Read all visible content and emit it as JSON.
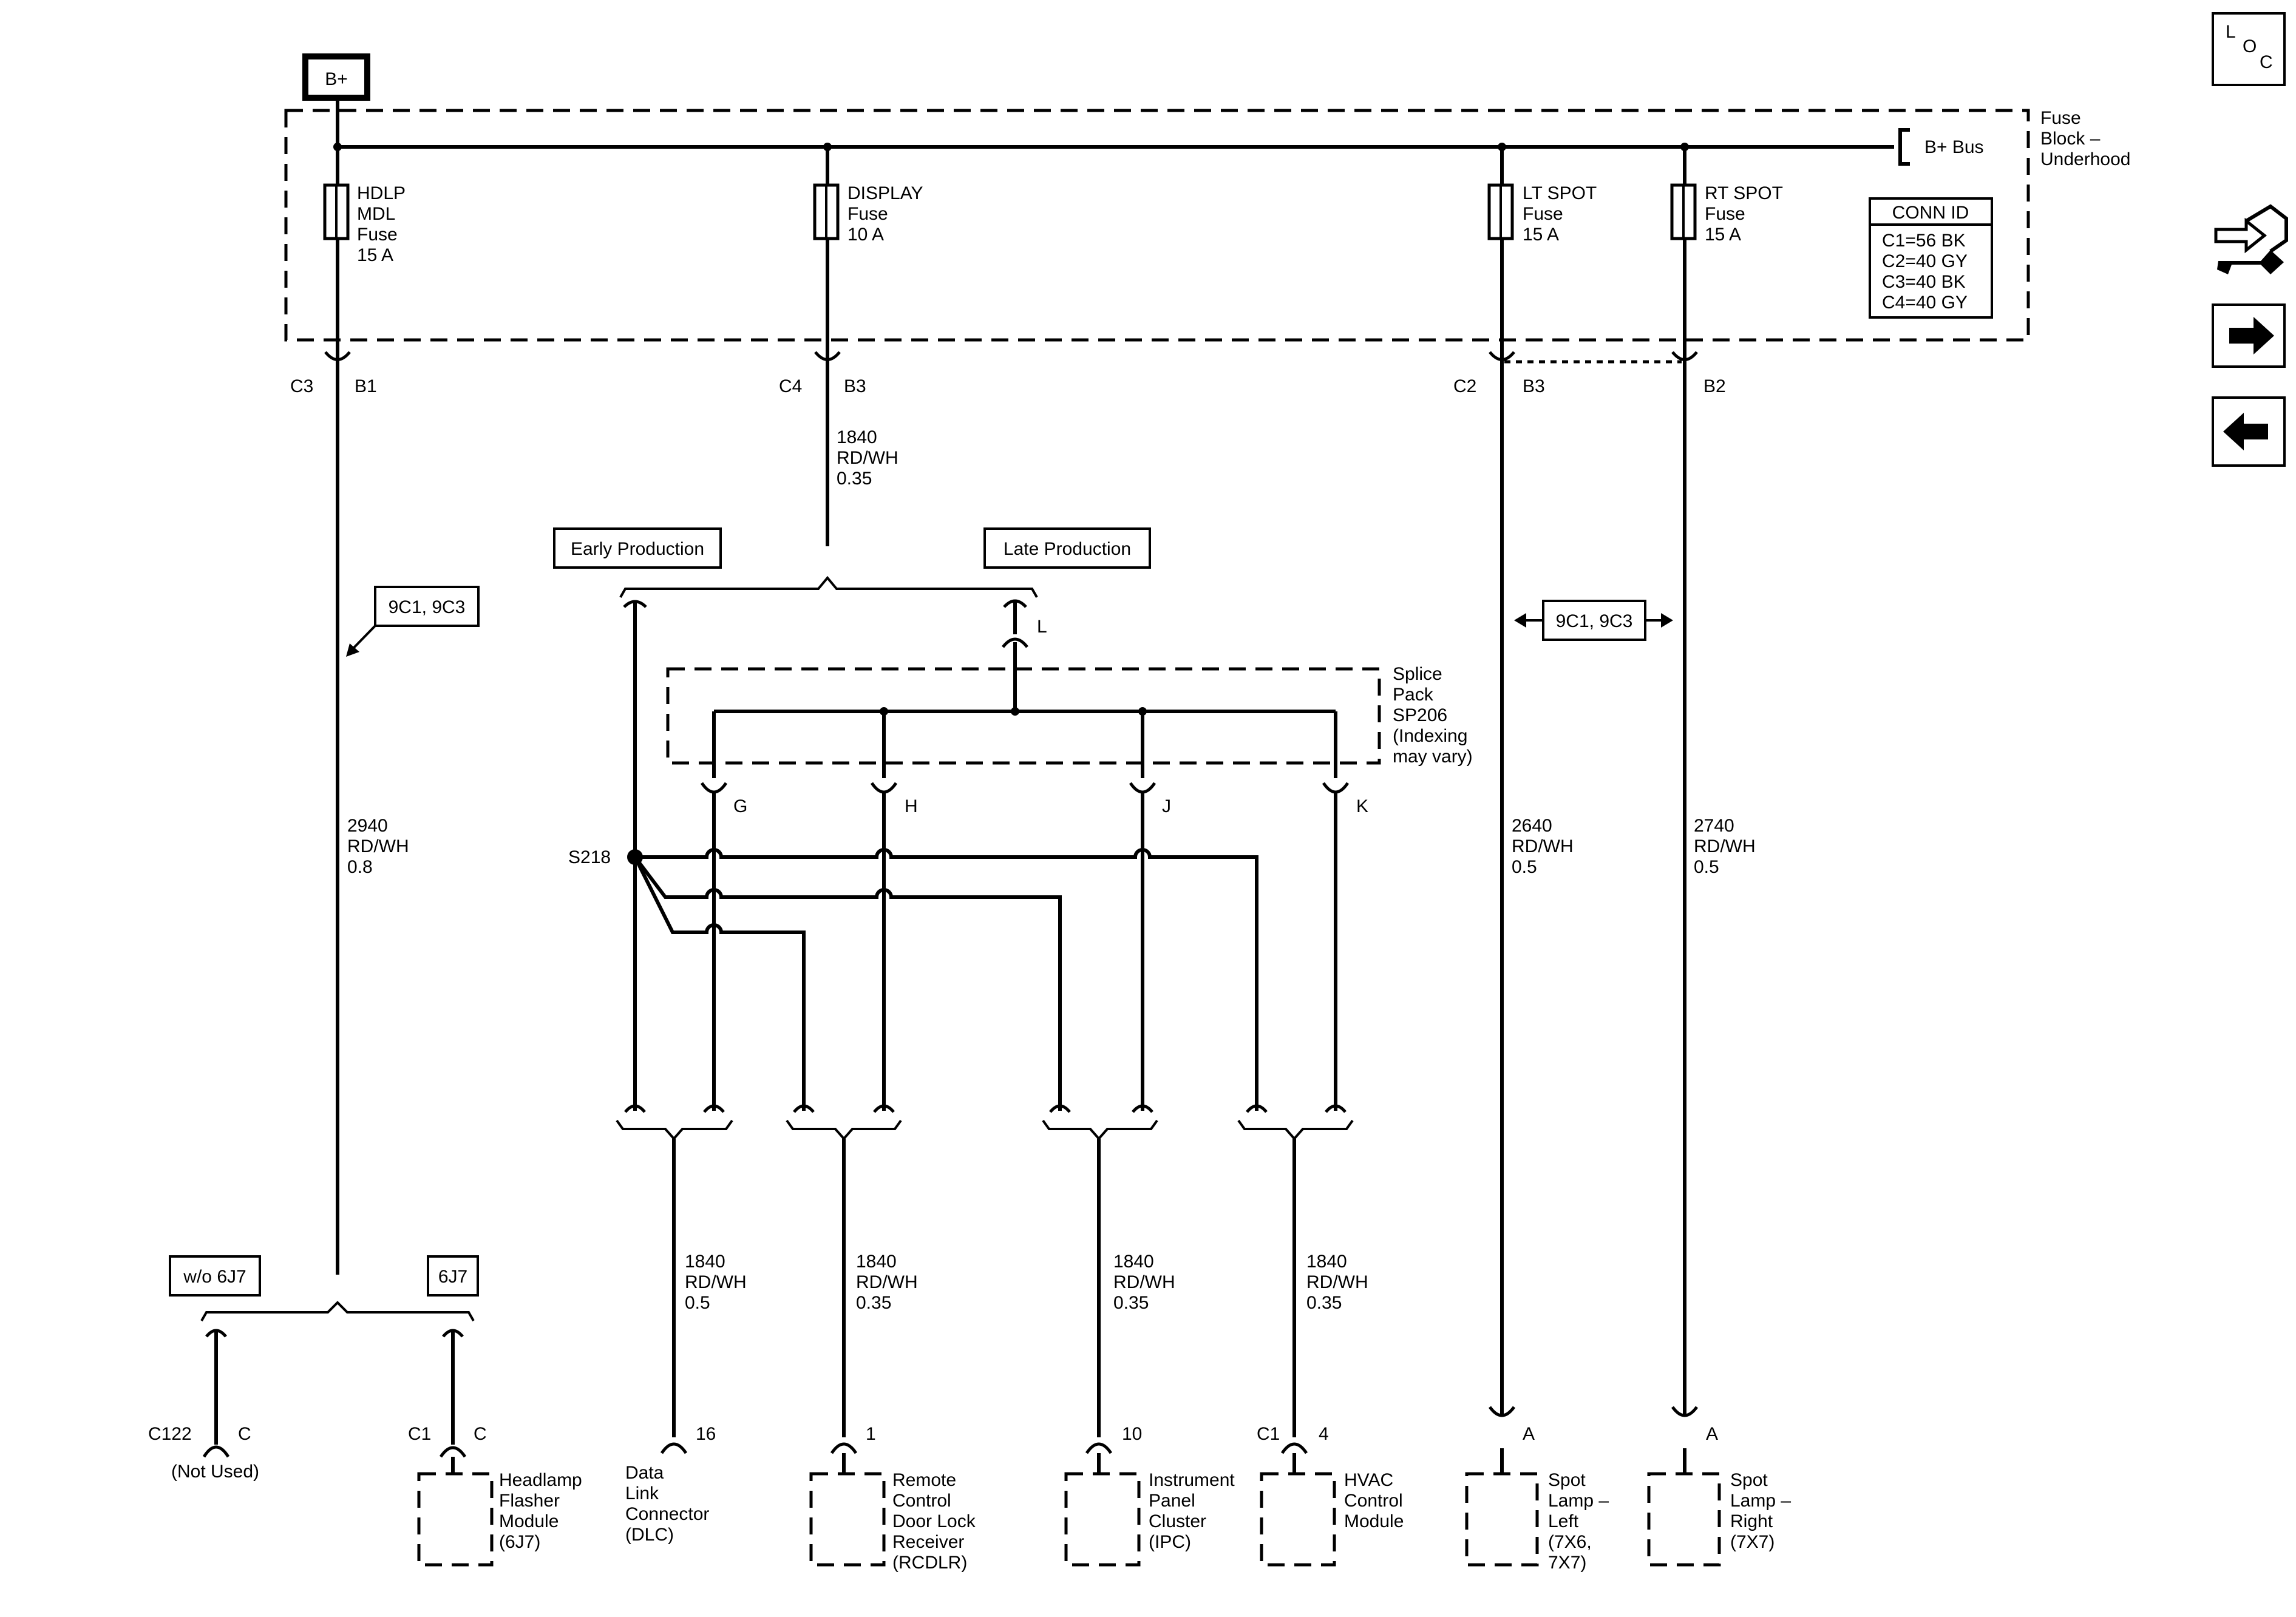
{
  "power": {
    "label": "B+"
  },
  "fuse_block": {
    "name": "Fuse\nBlock –\nUnderhood",
    "bus": "B+ Bus",
    "conn_title": "CONN ID",
    "conn_ids": [
      "C1=56 BK",
      "C2=40 GY",
      "C3=40 BK",
      "C4=40 GY"
    ]
  },
  "fuses": [
    {
      "name": "HDLP\nMDL\nFuse\n15 A"
    },
    {
      "name": "DISPLAY\nFuse\n10 A"
    },
    {
      "name": "LT SPOT\nFuse\n15 A"
    },
    {
      "name": "RT SPOT\nFuse\n15 A"
    }
  ],
  "connectors": {
    "c3": "C3",
    "b1": "B1",
    "c4": "C4",
    "b3a": "B3",
    "c2": "C2",
    "b3b": "B3",
    "b2": "B2",
    "l": "L",
    "g": "G",
    "h": "H",
    "j": "J",
    "k": "K",
    "c122": "C122",
    "c_a": "C",
    "c1_a": "C1",
    "c_b": "C",
    "p16": "16",
    "p1": "1",
    "p10": "10",
    "c1_b": "C1",
    "p4": "4",
    "a_left": "A",
    "a_right": "A"
  },
  "wires": {
    "display": "1840\nRD/WH\n0.35",
    "hdlp": "2940\nRD/WH\n0.8",
    "lt_spot": "2640\nRD/WH\n0.5",
    "rt_spot": "2740\nRD/WH\n0.5",
    "dlc": "1840\nRD/WH\n0.5",
    "rcdlr": "1840\nRD/WH\n0.35",
    "ipc": "1840\nRD/WH\n0.35",
    "hvac": "1840\nRD/WH\n0.35"
  },
  "options": {
    "early": "Early Production",
    "late": "Late Production",
    "wo6j7": "w/o 6J7",
    "with6j7": "6J7"
  },
  "references": {
    "ref_left": "9C1, 9C3",
    "ref_right": "9C1, 9C3"
  },
  "splice_pack": {
    "name": "Splice\nPack\nSP206\n(Indexing\nmay vary)"
  },
  "splice": {
    "name": "S218"
  },
  "components": {
    "not_used": "(Not Used)",
    "headlamp": "Headlamp\nFlasher\nModule\n(6J7)",
    "dlc": "Data\nLink\nConnector\n(DLC)",
    "rcdlr": "Remote\nControl\nDoor Lock\nReceiver\n(RCDLR)",
    "ipc": "Instrument\nPanel\nCluster\n(IPC)",
    "hvac": "HVAC\nControl\nModule",
    "spot_left": "Spot\nLamp –\nLeft\n(7X6,\n7X7)",
    "spot_right": "Spot\nLamp –\nRight\n(7X7)"
  },
  "nav": {
    "loc": {
      "l": "L",
      "o": "O",
      "c": "C"
    }
  }
}
